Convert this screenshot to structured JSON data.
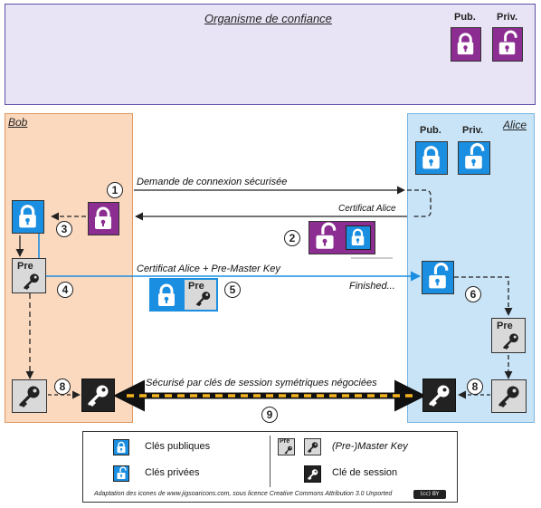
{
  "colors": {
    "trust_bg": "#e9e4f5",
    "trust_border": "#5a4fa5",
    "bob_bg": "#fbd9bf",
    "bob_border": "#e0975f",
    "alice_bg": "#c9e4f7",
    "alice_border": "#78b4e0",
    "public_blue": "#1a8ee0",
    "private_purple": "#8c2d91",
    "key_gray": "#d9d9d9",
    "session_black": "#222222",
    "dash_orange": "#f5b41e"
  },
  "trust": {
    "title": "Organisme de confiance",
    "pub": "Pub.",
    "priv": "Priv."
  },
  "bob": {
    "title": "Bob"
  },
  "alice": {
    "title": "Alice",
    "pub": "Pub.",
    "priv": "Priv."
  },
  "steps": [
    "1",
    "2",
    "3",
    "4",
    "5",
    "6",
    "8",
    "8",
    "9"
  ],
  "messages": {
    "m1": "Demande de connexion sécurisée",
    "m2": "Certificat Alice",
    "m4": "Certificat Alice + Pre-Master Key",
    "finished": "Finished...",
    "secure": "Sécurisé par clés de session symétriques négociées"
  },
  "pre_label": "Pre",
  "legend": {
    "public": "Clés publiques",
    "private": "Clés privées",
    "premaster": "(Pre-)Master Key",
    "session": "Clé de session",
    "pre_small": "Pre",
    "credit": "Adaptation des icones de www.jigsoaricons.com, sous licence Creative Commons Attribution 3.0 Unported",
    "cc_badge": "(cc) BY"
  },
  "icons": [
    "lock-closed-icon",
    "lock-open-icon",
    "key-icon",
    "circled-number-icon"
  ]
}
